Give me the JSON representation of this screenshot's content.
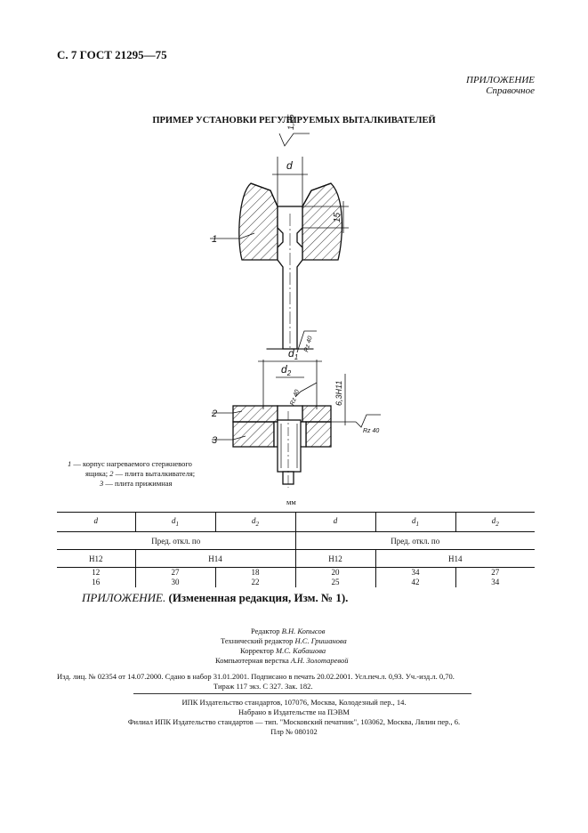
{
  "header": {
    "page_ref": "С. 7 ГОСТ 21295—75"
  },
  "appendix": {
    "label": "ПРИЛОЖЕНИЕ",
    "status": "Справочное"
  },
  "title": "ПРИМЕР УСТАНОВКИ РЕГУЛИРУЕМЫХ ВЫТАЛКИВАТЕЛЕЙ",
  "drawing": {
    "callouts": {
      "c1": "1",
      "c2": "2",
      "c3": "3"
    },
    "dims": {
      "roughness_top": "1,25",
      "d": "d",
      "height_15": "15",
      "d1": "d",
      "d1_sub": "1",
      "d2": "d",
      "d2_sub": "2",
      "rz40_a": "Rz 40",
      "rz40_b": "Rz 40",
      "rz40_c": "Rz 40",
      "thread": "6,3H11"
    }
  },
  "legend": {
    "items": [
      {
        "num": "1",
        "text": " — корпус нагреваемого стержневого"
      },
      {
        "num": "",
        "text": "ящика; "
      },
      {
        "num": "2",
        "text": " — плита выталкивателя;"
      },
      {
        "num": "3",
        "text": " — плита прижимная"
      }
    ]
  },
  "units": "мм",
  "table": {
    "headers": [
      {
        "sym": "d",
        "sub": ""
      },
      {
        "sym": "d",
        "sub": "1"
      },
      {
        "sym": "d",
        "sub": "2"
      },
      {
        "sym": "d",
        "sub": ""
      },
      {
        "sym": "d",
        "sub": "1"
      },
      {
        "sym": "d",
        "sub": "2"
      }
    ],
    "tol_label_left": "Пред. откл. по",
    "tol_label_right": "Пред. откл. по",
    "grade_left_a": "H12",
    "grade_left_b": "H14",
    "grade_right_a": "H12",
    "grade_right_b": "H14",
    "rows": [
      [
        "12",
        "27",
        "18",
        "20",
        "34",
        "27"
      ],
      [
        "16",
        "30",
        "22",
        "25",
        "42",
        "34"
      ]
    ]
  },
  "change_note": {
    "label": "ПРИЛОЖЕНИЕ.",
    "text": " (Измененная редакция, Изм. № 1)."
  },
  "credits": {
    "editor_label": "Редактор ",
    "editor": "В.Н. Копысов",
    "tech_label": "Технический редактор ",
    "tech": "Н.С. Гришанова",
    "corrector_label": "Корректор ",
    "corrector": "М.С. Кабашова",
    "layout_label": "Компьютерная верстка  ",
    "layout": "А.Н. Золотаревой"
  },
  "imprint": {
    "line1": "Изд. лиц. № 02354 от 14.07.2000.  Сдано в набор  31.01.2001.   Подписано в печать 20.02.2001. Усл.печ.л. 0,93.  Уч.-изд.л. 0,70.",
    "line2": "Тираж  117 экз.    С  327.    Зак. 182."
  },
  "publisher": {
    "line1": "ИПК Издательство стандартов, 107076, Москва, Колодезный пер., 14.",
    "line2": "Набрано в Издательстве на ПЭВМ",
    "line3": "Филиал ИПК Издательство стандартов — тип. \"Московский печатник\", 103062, Москва, Лялин пер., 6.",
    "line4": "Плр № 080102"
  }
}
